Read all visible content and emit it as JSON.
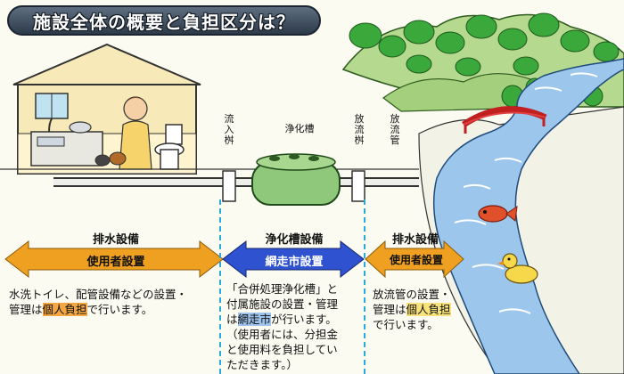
{
  "title": "施設全体の概要と負担区分は？",
  "labels": {
    "inlet": "流入桝",
    "tank": "浄化槽",
    "outlet": "放流桝",
    "discharge": "放流管"
  },
  "sections": {
    "left": {
      "title": "排水設備",
      "arrow": "使用者設置",
      "desc_line1": "水洗トイレ、配管設備などの設置・",
      "desc_line2_pre": "管理は",
      "desc_line2_hl": "個人負担",
      "desc_line2_post": "で行います。"
    },
    "center": {
      "title": "浄化槽設備",
      "arrow": "網走市設置",
      "desc_line1": "「合併処理浄化槽」と",
      "desc_line2": "付属施設の設置・管理",
      "desc_line3_pre": "は",
      "desc_line3_hl": "網走市",
      "desc_line3_post": "が行います。",
      "desc_line4": "（使用者には、分担金",
      "desc_line5": "と使用料を負担してい",
      "desc_line6": "ただきます。）"
    },
    "right": {
      "title": "排水設備",
      "arrow": "使用者設置",
      "desc_line1": "放流管の設置・",
      "desc_line2_pre": "管理は",
      "desc_line2_hl": "個人負担",
      "desc_line3": "で行います。"
    }
  },
  "colors": {
    "orange_arrow": "#f0a020",
    "blue_arrow": "#2f52d0",
    "dashed_line": "#2ea8d8",
    "river": "#9cc6ec",
    "tree": "#3aa83a"
  }
}
